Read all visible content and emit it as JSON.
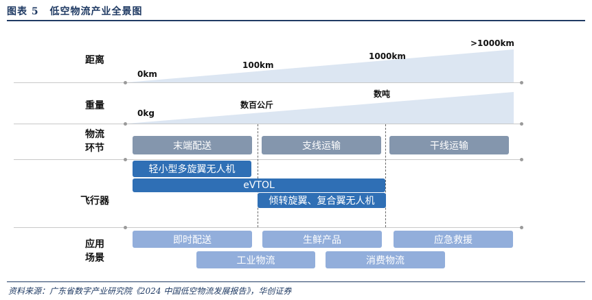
{
  "figure": {
    "label": "图表",
    "number": "5",
    "title": "低空物流产业全景图"
  },
  "distance": {
    "label": "距离",
    "marks": [
      "0km",
      "100km",
      "1000km",
      ">1000km"
    ]
  },
  "weight": {
    "label": "重量",
    "marks": [
      "0kg",
      "数百公斤",
      "数吨"
    ]
  },
  "logistics": {
    "label_line1": "物流",
    "label_line2": "环节",
    "segments": [
      "末端配送",
      "支线运输",
      "干线运输"
    ]
  },
  "aircraft": {
    "label": "飞行器",
    "items": [
      "轻小型多旋翼无人机",
      "eVTOL",
      "倾转旋翼、复合翼无人机"
    ]
  },
  "applications": {
    "label_line1": "应用",
    "label_line2": "场景",
    "row1": [
      "即时配送",
      "生鲜产品",
      "应急救援"
    ],
    "row2": [
      "工业物流",
      "消费物流"
    ]
  },
  "colors": {
    "logistics_box": "#8496ad",
    "evtol_box": "#2f6fb5",
    "application_box": "#92aedb",
    "wedge_fill": "#dce6f2"
  },
  "source": "资料来源：广东省数字产业研究院《2024 中国低空物流发展报告》，华创证券"
}
